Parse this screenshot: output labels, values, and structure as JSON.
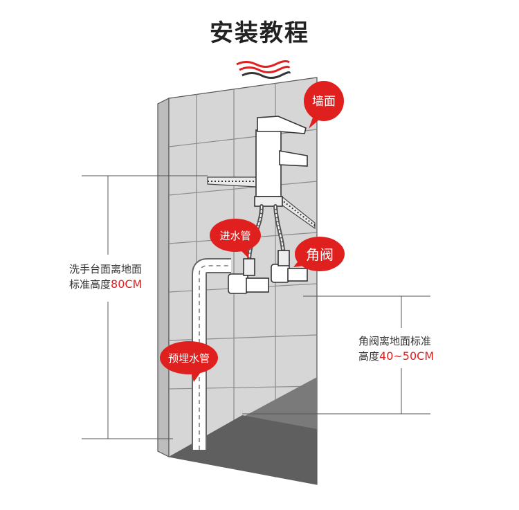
{
  "title": "安装教程",
  "colors": {
    "accent": "#e0201e",
    "tile": "#d6d6d6",
    "grout": "#8a8a8a",
    "floor": "#7a7a7a"
  },
  "labels": {
    "wall": "墙面",
    "inlet_pipe": "进水管",
    "angle_valve": "角阀",
    "embedded_pipe": "预埋水管"
  },
  "notes": {
    "basin_height": {
      "line1": "洗手台面离地面",
      "line2_prefix": "标准高度",
      "value": "80CM"
    },
    "valve_height": {
      "line1": "角阀离地面标准",
      "line2_prefix": "高度",
      "value": "40~50CM"
    }
  }
}
